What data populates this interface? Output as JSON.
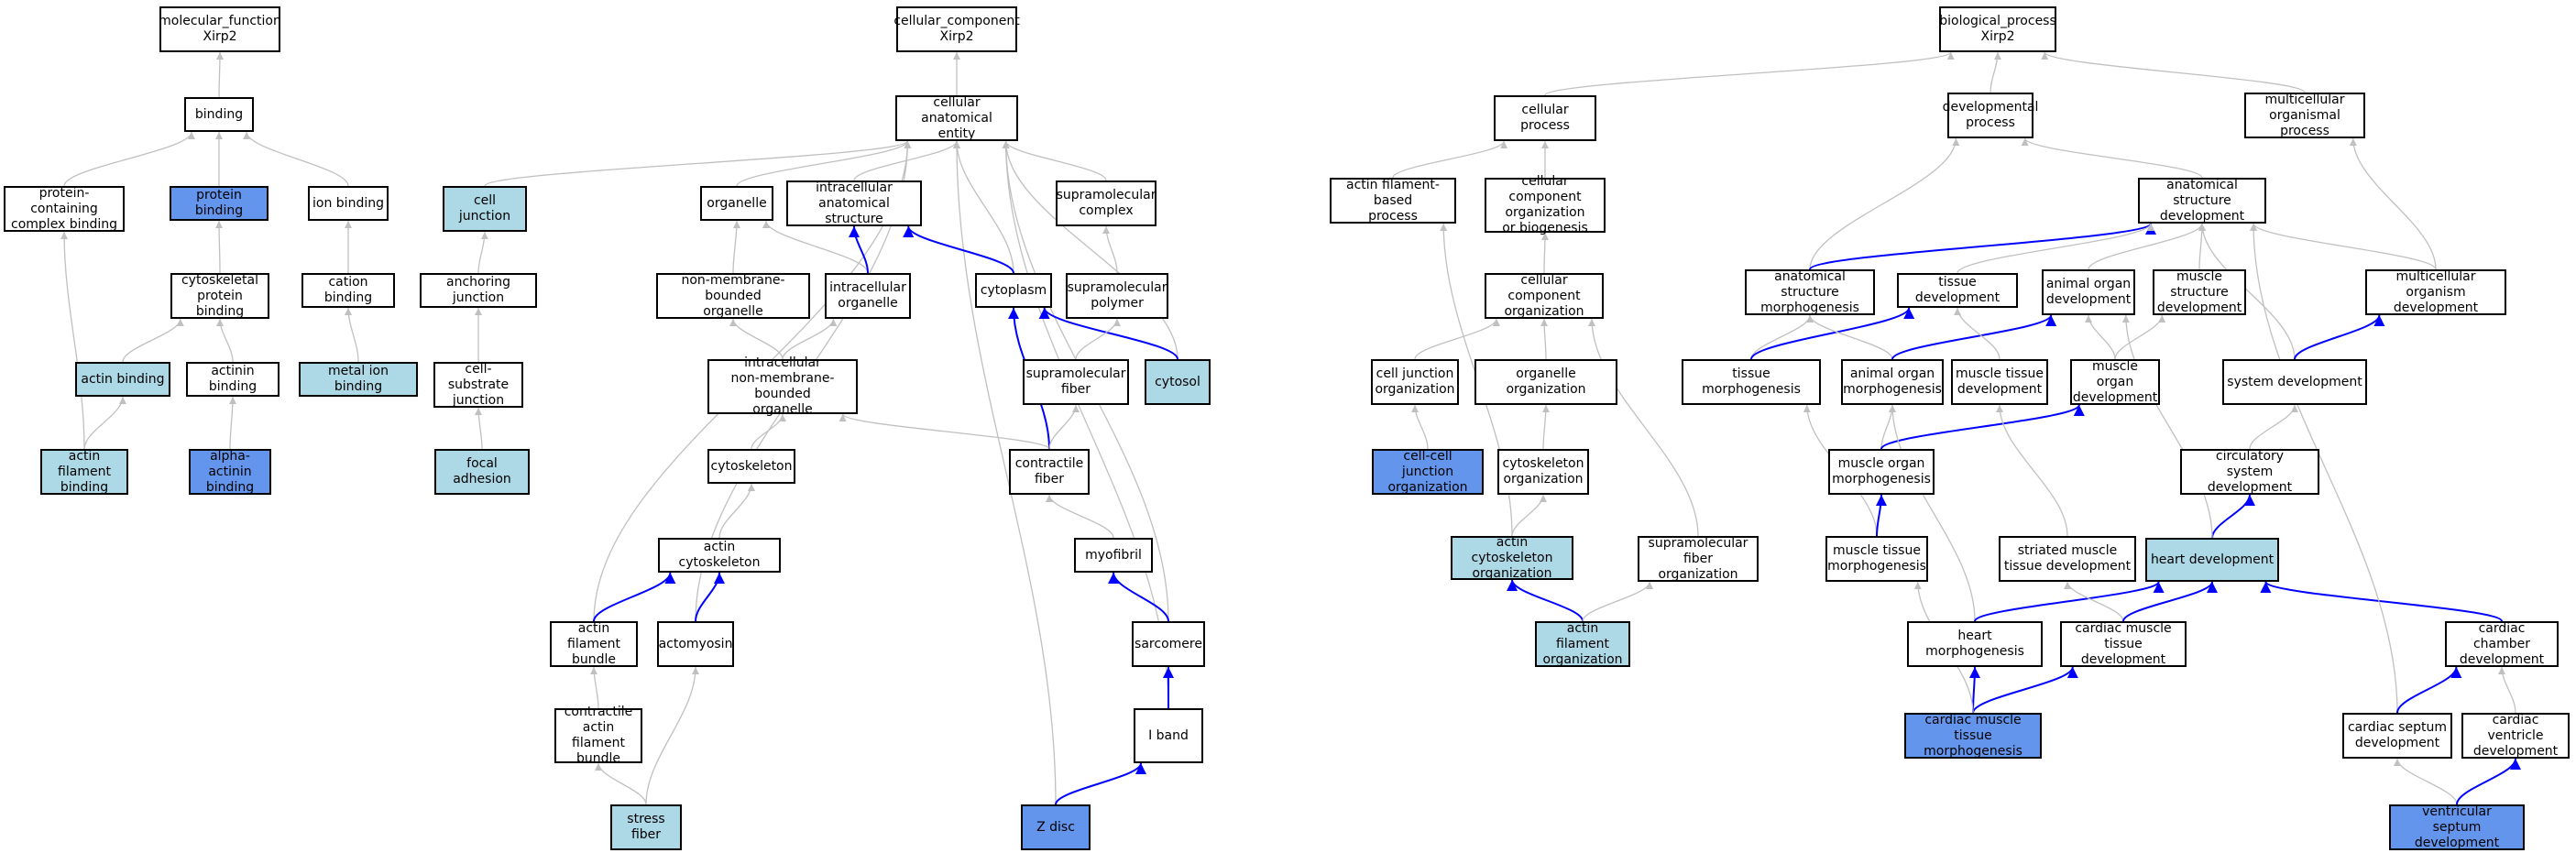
{
  "colors": {
    "default_fill": "#ffffff",
    "gray_edge": "#c0c0c0",
    "blue_edge": "#0000ff",
    "light_blue": "#add8e6",
    "cornflower_blue": "#6495ed"
  },
  "nodes": [
    {
      "id": "mf",
      "label": "molecular_function\nXirp2",
      "fill": "#ffffff"
    },
    {
      "id": "binding",
      "label": "binding",
      "fill": "#ffffff"
    },
    {
      "id": "pcb",
      "label": "protein-containing\ncomplex binding",
      "fill": "#ffffff"
    },
    {
      "id": "protb",
      "label": "protein binding",
      "fill": "#6495ed"
    },
    {
      "id": "ionb",
      "label": "ion binding",
      "fill": "#ffffff"
    },
    {
      "id": "cytpb",
      "label": "cytoskeletal\nprotein binding",
      "fill": "#ffffff"
    },
    {
      "id": "catb",
      "label": "cation binding",
      "fill": "#ffffff"
    },
    {
      "id": "actb",
      "label": "actin binding",
      "fill": "#add8e6"
    },
    {
      "id": "actinb",
      "label": "actinin binding",
      "fill": "#ffffff"
    },
    {
      "id": "metb",
      "label": "metal ion binding",
      "fill": "#add8e6"
    },
    {
      "id": "afb",
      "label": "actin filament\nbinding",
      "fill": "#add8e6"
    },
    {
      "id": "aab",
      "label": "alpha-actinin\nbinding",
      "fill": "#6495ed"
    },
    {
      "id": "cc",
      "label": "cellular_component\nXirp2",
      "fill": "#ffffff"
    },
    {
      "id": "cae",
      "label": "cellular anatomical\nentity",
      "fill": "#ffffff"
    },
    {
      "id": "cj",
      "label": "cell junction",
      "fill": "#add8e6"
    },
    {
      "id": "aj",
      "label": "anchoring junction",
      "fill": "#ffffff"
    },
    {
      "id": "csj",
      "label": "cell-substrate\njunction",
      "fill": "#ffffff"
    },
    {
      "id": "fa",
      "label": "focal adhesion",
      "fill": "#add8e6"
    },
    {
      "id": "org",
      "label": "organelle",
      "fill": "#ffffff"
    },
    {
      "id": "ias",
      "label": "intracellular\nanatomical structure",
      "fill": "#ffffff"
    },
    {
      "id": "smc",
      "label": "supramolecular\ncomplex",
      "fill": "#ffffff"
    },
    {
      "id": "nmbo",
      "label": "non-membrane-bounded\norganelle",
      "fill": "#ffffff"
    },
    {
      "id": "io",
      "label": "intracellular\norganelle",
      "fill": "#ffffff"
    },
    {
      "id": "cytop",
      "label": "cytoplasm",
      "fill": "#ffffff"
    },
    {
      "id": "smp",
      "label": "supramolecular\npolymer",
      "fill": "#ffffff"
    },
    {
      "id": "inmbo",
      "label": "intracellular\nnon-membrane-bounded\norganelle",
      "fill": "#ffffff"
    },
    {
      "id": "cytosol",
      "label": "cytosol",
      "fill": "#add8e6"
    },
    {
      "id": "smf",
      "label": "supramolecular\nfiber",
      "fill": "#ffffff"
    },
    {
      "id": "cytsk",
      "label": "cytoskeleton",
      "fill": "#ffffff"
    },
    {
      "id": "cf",
      "label": "contractile\nfiber",
      "fill": "#ffffff"
    },
    {
      "id": "acsk",
      "label": "actin cytoskeleton",
      "fill": "#ffffff"
    },
    {
      "id": "myof",
      "label": "myofibril",
      "fill": "#ffffff"
    },
    {
      "id": "afbun",
      "label": "actin filament\nbundle",
      "fill": "#ffffff"
    },
    {
      "id": "actm",
      "label": "actomyosin",
      "fill": "#ffffff"
    },
    {
      "id": "sarc",
      "label": "sarcomere",
      "fill": "#ffffff"
    },
    {
      "id": "cafb",
      "label": "contractile\nactin filament\nbundle",
      "fill": "#ffffff"
    },
    {
      "id": "iband",
      "label": "I band",
      "fill": "#ffffff"
    },
    {
      "id": "sf",
      "label": "stress fiber",
      "fill": "#add8e6"
    },
    {
      "id": "zdisc",
      "label": "Z disc",
      "fill": "#6495ed"
    },
    {
      "id": "bp",
      "label": "biological_process\nXirp2",
      "fill": "#ffffff"
    },
    {
      "id": "cp",
      "label": "cellular process",
      "fill": "#ffffff"
    },
    {
      "id": "dp",
      "label": "developmental\nprocess",
      "fill": "#ffffff"
    },
    {
      "id": "mop",
      "label": "multicellular\norganismal process",
      "fill": "#ffffff"
    },
    {
      "id": "afbp",
      "label": "actin filament-based\nprocess",
      "fill": "#ffffff"
    },
    {
      "id": "ccob",
      "label": "cellular component\norganization\nor biogenesis",
      "fill": "#ffffff"
    },
    {
      "id": "asd",
      "label": "anatomical structure\ndevelopment",
      "fill": "#ffffff"
    },
    {
      "id": "cco",
      "label": "cellular component\norganization",
      "fill": "#ffffff"
    },
    {
      "id": "asm",
      "label": "anatomical structure\nmorphogenesis",
      "fill": "#ffffff"
    },
    {
      "id": "td",
      "label": "tissue development",
      "fill": "#ffffff"
    },
    {
      "id": "aod",
      "label": "animal organ\ndevelopment",
      "fill": "#ffffff"
    },
    {
      "id": "msd",
      "label": "muscle structure\ndevelopment",
      "fill": "#ffffff"
    },
    {
      "id": "mod",
      "label": "multicellular\norganism development",
      "fill": "#ffffff"
    },
    {
      "id": "cjo",
      "label": "cell junction\norganization",
      "fill": "#ffffff"
    },
    {
      "id": "oo",
      "label": "organelle organization",
      "fill": "#ffffff"
    },
    {
      "id": "tm",
      "label": "tissue morphogenesis",
      "fill": "#ffffff"
    },
    {
      "id": "aom",
      "label": "animal organ\nmorphogenesis",
      "fill": "#ffffff"
    },
    {
      "id": "mtd",
      "label": "muscle tissue\ndevelopment",
      "fill": "#ffffff"
    },
    {
      "id": "muod",
      "label": "muscle organ\ndevelopment",
      "fill": "#ffffff"
    },
    {
      "id": "sd",
      "label": "system development",
      "fill": "#ffffff"
    },
    {
      "id": "ccjo",
      "label": "cell-cell junction\norganization",
      "fill": "#6495ed"
    },
    {
      "id": "cso",
      "label": "cytoskeleton\norganization",
      "fill": "#ffffff"
    },
    {
      "id": "mom",
      "label": "muscle organ\nmorphogenesis",
      "fill": "#ffffff"
    },
    {
      "id": "csd",
      "label": "circulatory\nsystem development",
      "fill": "#ffffff"
    },
    {
      "id": "acso",
      "label": "actin cytoskeleton\norganization",
      "fill": "#add8e6"
    },
    {
      "id": "smfo",
      "label": "supramolecular\nfiber organization",
      "fill": "#ffffff"
    },
    {
      "id": "mtm",
      "label": "muscle tissue\nmorphogenesis",
      "fill": "#ffffff"
    },
    {
      "id": "smtd",
      "label": "striated muscle\ntissue development",
      "fill": "#ffffff"
    },
    {
      "id": "hd",
      "label": "heart development",
      "fill": "#add8e6"
    },
    {
      "id": "afo",
      "label": "actin filament\norganization",
      "fill": "#add8e6"
    },
    {
      "id": "hm",
      "label": "heart morphogenesis",
      "fill": "#ffffff"
    },
    {
      "id": "cmtd",
      "label": "cardiac muscle\ntissue development",
      "fill": "#ffffff"
    },
    {
      "id": "ccd",
      "label": "cardiac chamber\ndevelopment",
      "fill": "#ffffff"
    },
    {
      "id": "cmtm",
      "label": "cardiac muscle\ntissue morphogenesis",
      "fill": "#6495ed"
    },
    {
      "id": "csepd",
      "label": "cardiac septum\ndevelopment",
      "fill": "#ffffff"
    },
    {
      "id": "cvd",
      "label": "cardiac ventricle\ndevelopment",
      "fill": "#ffffff"
    },
    {
      "id": "vsd",
      "label": "ventricular\nseptum development",
      "fill": "#6495ed"
    }
  ],
  "edges": [
    {
      "from": "binding",
      "to": "mf",
      "kind": "gray"
    },
    {
      "from": "pcb",
      "to": "binding",
      "kind": "gray"
    },
    {
      "from": "protb",
      "to": "binding",
      "kind": "gray"
    },
    {
      "from": "ionb",
      "to": "binding",
      "kind": "gray"
    },
    {
      "from": "cytpb",
      "to": "protb",
      "kind": "gray"
    },
    {
      "from": "catb",
      "to": "ionb",
      "kind": "gray"
    },
    {
      "from": "actb",
      "to": "cytpb",
      "kind": "gray"
    },
    {
      "from": "actinb",
      "to": "cytpb",
      "kind": "gray"
    },
    {
      "from": "metb",
      "to": "catb",
      "kind": "gray"
    },
    {
      "from": "afb",
      "to": "pcb",
      "kind": "gray"
    },
    {
      "from": "afb",
      "to": "actb",
      "kind": "gray"
    },
    {
      "from": "aab",
      "to": "actinb",
      "kind": "gray"
    },
    {
      "from": "cae",
      "to": "cc",
      "kind": "gray"
    },
    {
      "from": "cj",
      "to": "cae",
      "kind": "gray"
    },
    {
      "from": "aj",
      "to": "cj",
      "kind": "gray"
    },
    {
      "from": "csj",
      "to": "aj",
      "kind": "gray"
    },
    {
      "from": "fa",
      "to": "csj",
      "kind": "gray"
    },
    {
      "from": "org",
      "to": "cae",
      "kind": "gray"
    },
    {
      "from": "ias",
      "to": "cae",
      "kind": "gray"
    },
    {
      "from": "smc",
      "to": "cae",
      "kind": "gray"
    },
    {
      "from": "cytop",
      "to": "cae",
      "kind": "gray"
    },
    {
      "from": "cytosol",
      "to": "cae",
      "kind": "gray"
    },
    {
      "from": "afbun",
      "to": "cae",
      "kind": "gray"
    },
    {
      "from": "actm",
      "to": "cae",
      "kind": "gray"
    },
    {
      "from": "sarc",
      "to": "cae",
      "kind": "gray"
    },
    {
      "from": "iband",
      "to": "cae",
      "kind": "gray"
    },
    {
      "from": "zdisc",
      "to": "cae",
      "kind": "gray"
    },
    {
      "from": "nmbo",
      "to": "org",
      "kind": "gray"
    },
    {
      "from": "io",
      "to": "org",
      "kind": "gray"
    },
    {
      "from": "io",
      "to": "ias",
      "kind": "blue"
    },
    {
      "from": "cytop",
      "to": "ias",
      "kind": "blue"
    },
    {
      "from": "smp",
      "to": "smc",
      "kind": "gray"
    },
    {
      "from": "inmbo",
      "to": "nmbo",
      "kind": "gray"
    },
    {
      "from": "inmbo",
      "to": "io",
      "kind": "gray"
    },
    {
      "from": "cytosol",
      "to": "cytop",
      "kind": "blue"
    },
    {
      "from": "smf",
      "to": "smp",
      "kind": "gray"
    },
    {
      "from": "cytsk",
      "to": "inmbo",
      "kind": "gray"
    },
    {
      "from": "cf",
      "to": "inmbo",
      "kind": "gray"
    },
    {
      "from": "cf",
      "to": "cytop",
      "kind": "blue"
    },
    {
      "from": "cf",
      "to": "smf",
      "kind": "gray"
    },
    {
      "from": "acsk",
      "to": "cytsk",
      "kind": "gray"
    },
    {
      "from": "myof",
      "to": "cf",
      "kind": "gray"
    },
    {
      "from": "afbun",
      "to": "acsk",
      "kind": "blue"
    },
    {
      "from": "actm",
      "to": "acsk",
      "kind": "blue"
    },
    {
      "from": "sarc",
      "to": "myof",
      "kind": "blue"
    },
    {
      "from": "cafb",
      "to": "afbun",
      "kind": "gray"
    },
    {
      "from": "iband",
      "to": "sarc",
      "kind": "blue"
    },
    {
      "from": "sf",
      "to": "cafb",
      "kind": "gray"
    },
    {
      "from": "sf",
      "to": "actm",
      "kind": "gray"
    },
    {
      "from": "zdisc",
      "to": "iband",
      "kind": "blue"
    },
    {
      "from": "cp",
      "to": "bp",
      "kind": "gray"
    },
    {
      "from": "dp",
      "to": "bp",
      "kind": "gray"
    },
    {
      "from": "mop",
      "to": "bp",
      "kind": "gray"
    },
    {
      "from": "afbp",
      "to": "cp",
      "kind": "gray"
    },
    {
      "from": "ccob",
      "to": "cp",
      "kind": "gray"
    },
    {
      "from": "asd",
      "to": "dp",
      "kind": "gray"
    },
    {
      "from": "cco",
      "to": "ccob",
      "kind": "gray"
    },
    {
      "from": "asm",
      "to": "dp",
      "kind": "gray"
    },
    {
      "from": "asm",
      "to": "asd",
      "kind": "blue"
    },
    {
      "from": "td",
      "to": "asd",
      "kind": "gray"
    },
    {
      "from": "aod",
      "to": "asd",
      "kind": "gray"
    },
    {
      "from": "msd",
      "to": "asd",
      "kind": "gray"
    },
    {
      "from": "mod",
      "to": "asd",
      "kind": "gray"
    },
    {
      "from": "mod",
      "to": "mop",
      "kind": "gray"
    },
    {
      "from": "cjo",
      "to": "cco",
      "kind": "gray"
    },
    {
      "from": "oo",
      "to": "cco",
      "kind": "gray"
    },
    {
      "from": "smfo",
      "to": "cco",
      "kind": "gray"
    },
    {
      "from": "tm",
      "to": "asm",
      "kind": "gray"
    },
    {
      "from": "tm",
      "to": "td",
      "kind": "blue"
    },
    {
      "from": "aom",
      "to": "asm",
      "kind": "gray"
    },
    {
      "from": "aom",
      "to": "aod",
      "kind": "blue"
    },
    {
      "from": "mtd",
      "to": "td",
      "kind": "gray"
    },
    {
      "from": "muod",
      "to": "aod",
      "kind": "gray"
    },
    {
      "from": "muod",
      "to": "msd",
      "kind": "gray"
    },
    {
      "from": "sd",
      "to": "asd",
      "kind": "gray"
    },
    {
      "from": "sd",
      "to": "mod",
      "kind": "blue"
    },
    {
      "from": "ccjo",
      "to": "cjo",
      "kind": "gray"
    },
    {
      "from": "cso",
      "to": "oo",
      "kind": "gray"
    },
    {
      "from": "mom",
      "to": "aom",
      "kind": "gray"
    },
    {
      "from": "mom",
      "to": "muod",
      "kind": "blue"
    },
    {
      "from": "csd",
      "to": "sd",
      "kind": "gray"
    },
    {
      "from": "acso",
      "to": "afbp",
      "kind": "gray"
    },
    {
      "from": "acso",
      "to": "cso",
      "kind": "gray"
    },
    {
      "from": "mtm",
      "to": "tm",
      "kind": "gray"
    },
    {
      "from": "mtm",
      "to": "mom",
      "kind": "blue"
    },
    {
      "from": "smtd",
      "to": "mtd",
      "kind": "gray"
    },
    {
      "from": "hd",
      "to": "csd",
      "kind": "blue"
    },
    {
      "from": "hd",
      "to": "aod",
      "kind": "gray"
    },
    {
      "from": "afo",
      "to": "acso",
      "kind": "blue"
    },
    {
      "from": "afo",
      "to": "smfo",
      "kind": "gray"
    },
    {
      "from": "hm",
      "to": "aom",
      "kind": "gray"
    },
    {
      "from": "hm",
      "to": "hd",
      "kind": "blue"
    },
    {
      "from": "cmtd",
      "to": "smtd",
      "kind": "gray"
    },
    {
      "from": "cmtd",
      "to": "hd",
      "kind": "blue"
    },
    {
      "from": "ccd",
      "to": "hd",
      "kind": "blue"
    },
    {
      "from": "cmtm",
      "to": "hm",
      "kind": "blue"
    },
    {
      "from": "cmtm",
      "to": "cmtd",
      "kind": "blue"
    },
    {
      "from": "cmtm",
      "to": "mtm",
      "kind": "gray"
    },
    {
      "from": "csepd",
      "to": "asd",
      "kind": "gray"
    },
    {
      "from": "csepd",
      "to": "ccd",
      "kind": "blue"
    },
    {
      "from": "cvd",
      "to": "ccd",
      "kind": "gray"
    },
    {
      "from": "vsd",
      "to": "csepd",
      "kind": "gray"
    },
    {
      "from": "vsd",
      "to": "cvd",
      "kind": "blue"
    }
  ]
}
